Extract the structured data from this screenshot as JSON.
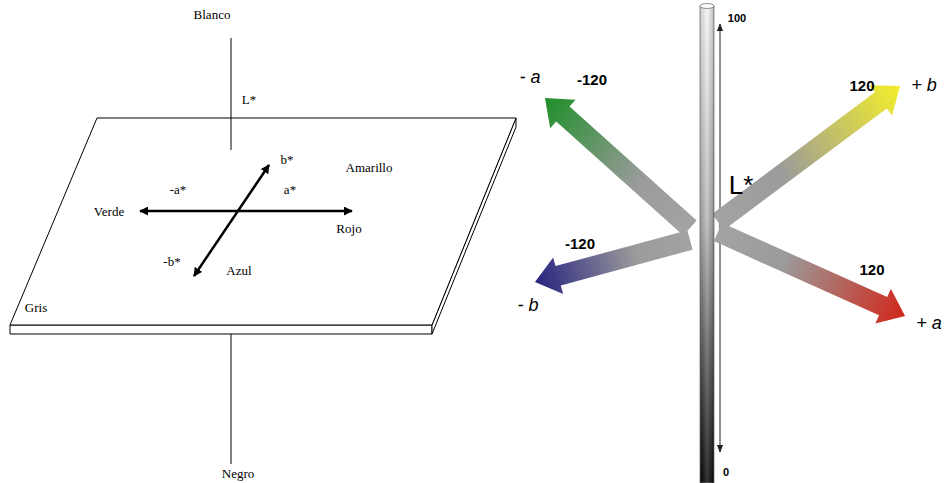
{
  "diagram": {
    "labels": [
      "Blanco",
      "L*",
      "Amarillo",
      "b*",
      "-a*",
      "a*",
      "Verde",
      "Rojo",
      "-b*",
      "Azul",
      "Gris",
      "Negro",
      "100",
      "- a",
      "-120",
      "L*",
      "120",
      "+ b",
      "-120",
      "- b",
      "120",
      "+ a",
      "0"
    ]
  }
}
